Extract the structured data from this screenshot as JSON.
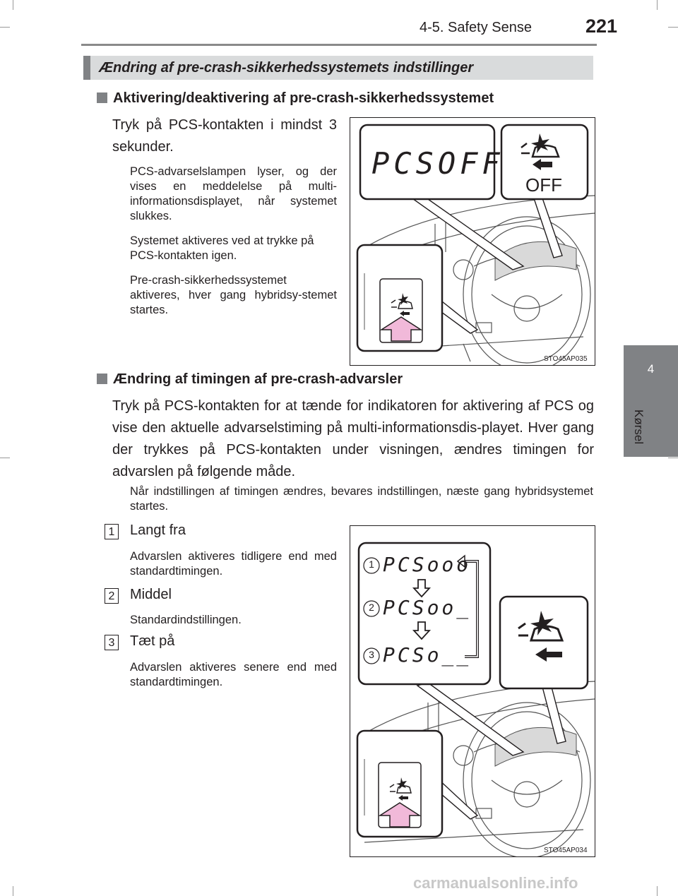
{
  "header": {
    "section": "4-5. Safety Sense",
    "page_number": "221"
  },
  "side_tab": {
    "number": "4",
    "label": "Kørsel"
  },
  "banner_title": "Ændring af pre-crash-sikkerhedssystemets indstillinger",
  "section1": {
    "heading": "Aktivering/deaktivering af pre-crash-sikkerhedssystemet",
    "intro": "Tryk på PCS-kontakten i mindst 3 sekunder.",
    "notes": [
      "PCS-advarselslampen lyser, og der vises en meddelelse på multi-informationsdisplayet, når systemet slukkes.",
      "Systemet aktiveres ved at trykke på PCS-kontakten igen.",
      "Pre-crash-sikkerhedssystemet aktiveres, hver gang hybridsy-stemet startes."
    ],
    "figure": {
      "display_text": "PCSOFF",
      "indicator_text": "OFF",
      "code": "STO45AP035"
    }
  },
  "section2": {
    "heading": "Ændring af timingen af pre-crash-advarsler",
    "intro": "Tryk på PCS-kontakten for at tænde for indikatoren for aktivering af PCS og vise den aktuelle advarselstiming på multi-informationsdis-playet. Hver gang der trykkes på PCS-kontakten under visningen, ændres timingen for advarslen på følgende måde.",
    "note": "Når indstillingen af timingen ændres, bevares indstillingen, næste gang hybridsystemet startes.",
    "items": [
      {
        "num": "1",
        "title": "Langt fra",
        "desc": "Advarslen aktiveres tidligere end med standardtimingen."
      },
      {
        "num": "2",
        "title": "Middel",
        "desc": "Standardindstillingen."
      },
      {
        "num": "3",
        "title": "Tæt på",
        "desc": "Advarslen aktiveres senere end med standardtimingen."
      }
    ],
    "figure": {
      "code": "STO45AP034",
      "rows": [
        {
          "num": "1",
          "text": "PCSooo"
        },
        {
          "num": "2",
          "text": "PCSoo_"
        },
        {
          "num": "3",
          "text": "PCSo__"
        }
      ]
    }
  },
  "watermark": "carmanualsonline.info"
}
